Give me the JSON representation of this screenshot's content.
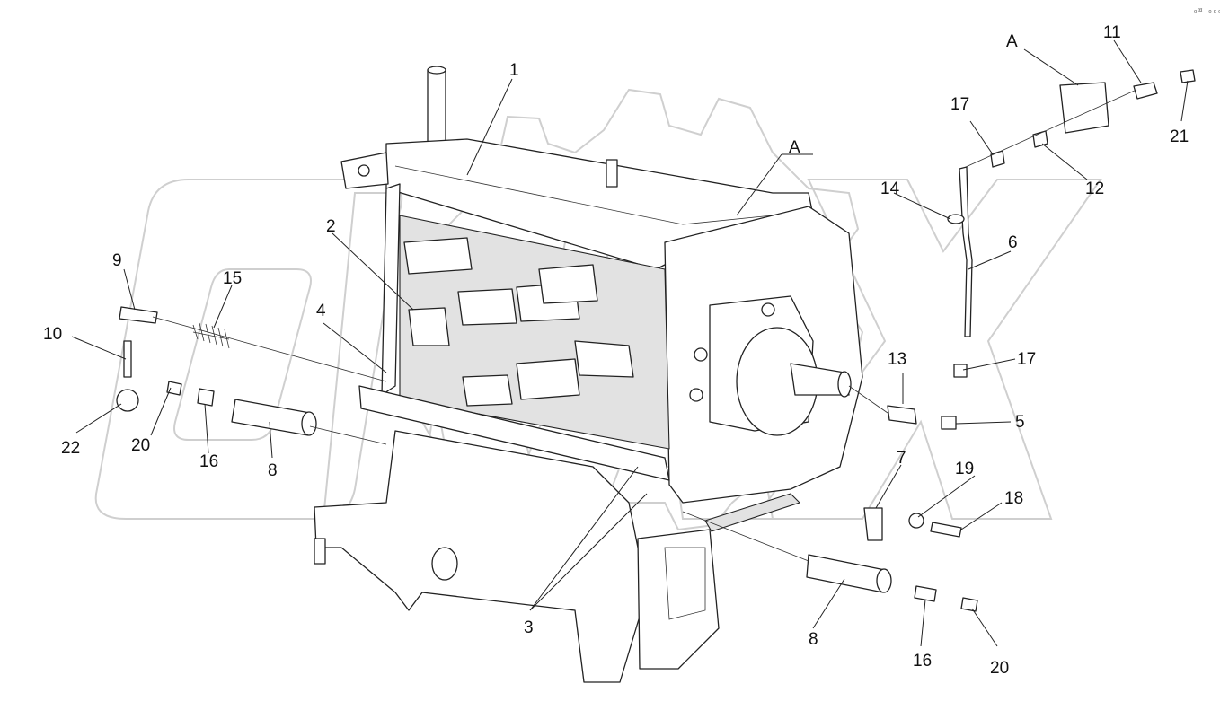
{
  "diagram": {
    "corner_mark": "ₒ¤ ₒₒₒ",
    "watermark": "ORAX",
    "view_label": "A",
    "callouts": [
      {
        "id": "c1",
        "text": "1"
      },
      {
        "id": "c2",
        "text": "2"
      },
      {
        "id": "c3",
        "text": "3"
      },
      {
        "id": "c4",
        "text": "4"
      },
      {
        "id": "c5",
        "text": "5"
      },
      {
        "id": "c6",
        "text": "6"
      },
      {
        "id": "c7",
        "text": "7"
      },
      {
        "id": "c8a",
        "text": "8"
      },
      {
        "id": "c8b",
        "text": "8"
      },
      {
        "id": "c9",
        "text": "9"
      },
      {
        "id": "c10",
        "text": "10"
      },
      {
        "id": "c11",
        "text": "11"
      },
      {
        "id": "c12",
        "text": "12"
      },
      {
        "id": "c13",
        "text": "13"
      },
      {
        "id": "c14",
        "text": "14"
      },
      {
        "id": "c15",
        "text": "15"
      },
      {
        "id": "c16a",
        "text": "16"
      },
      {
        "id": "c16b",
        "text": "16"
      },
      {
        "id": "c17a",
        "text": "17"
      },
      {
        "id": "c17b",
        "text": "17"
      },
      {
        "id": "c18",
        "text": "18"
      },
      {
        "id": "c19",
        "text": "19"
      },
      {
        "id": "c20a",
        "text": "20"
      },
      {
        "id": "c20b",
        "text": "20"
      },
      {
        "id": "c21",
        "text": "21"
      },
      {
        "id": "c22",
        "text": "22"
      },
      {
        "id": "cA1",
        "text": "A"
      },
      {
        "id": "cA2",
        "text": "A"
      }
    ]
  }
}
